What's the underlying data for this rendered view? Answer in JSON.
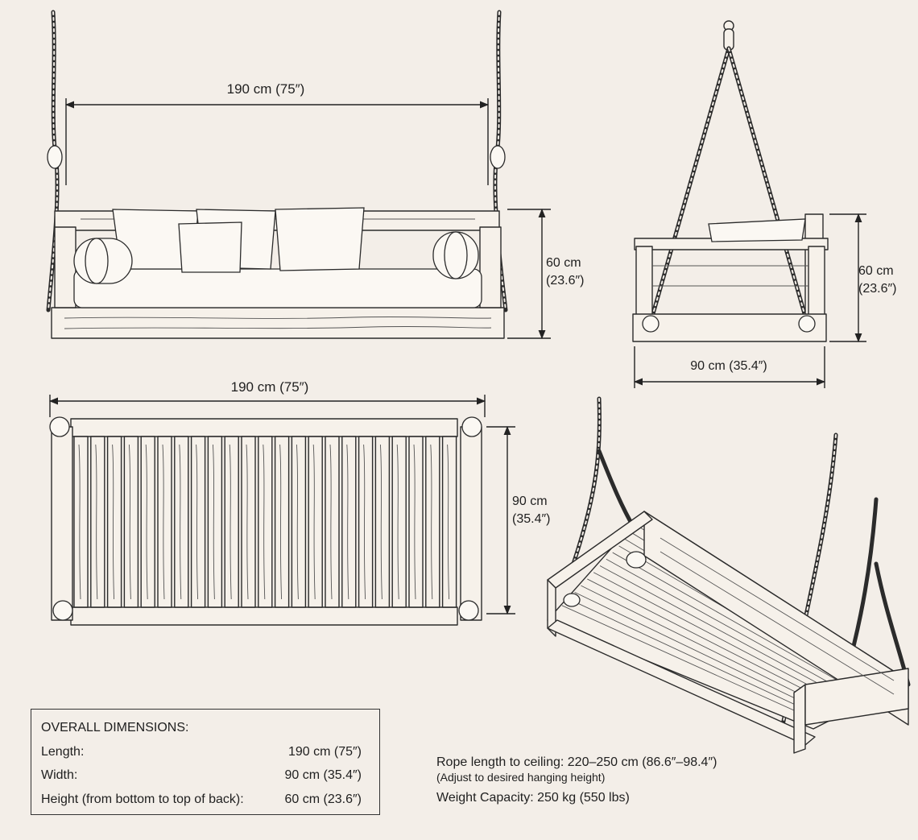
{
  "front_view": {
    "width_label": "190 cm (75″)",
    "height_cm": "60 cm",
    "height_in": "(23.6″)"
  },
  "side_view": {
    "height_cm": "60 cm",
    "height_in": "(23.6″)",
    "depth_label": "90 cm (35.4″)"
  },
  "top_view": {
    "width_label": "190 cm (75″)",
    "depth_cm": "90 cm",
    "depth_in": "(35.4″)"
  },
  "specs": {
    "title": "OVERALL DIMENSIONS:",
    "rows": [
      {
        "label": "Length:",
        "value": "190 cm (75″)"
      },
      {
        "label": "Width:",
        "value": "90 cm (35.4″)"
      },
      {
        "label": "Height (from bottom to top of back):",
        "value": "60 cm (23.6″)"
      }
    ]
  },
  "notes": {
    "rope": "Rope length to ceiling: 220–250 cm (86.6″–98.4″)",
    "adjust": "(Adjust to desired hanging height)",
    "capacity": "Weight Capacity: 250 kg (550 lbs)"
  },
  "colors": {
    "background": "#f3eee8",
    "ink": "#2b2b2b"
  }
}
